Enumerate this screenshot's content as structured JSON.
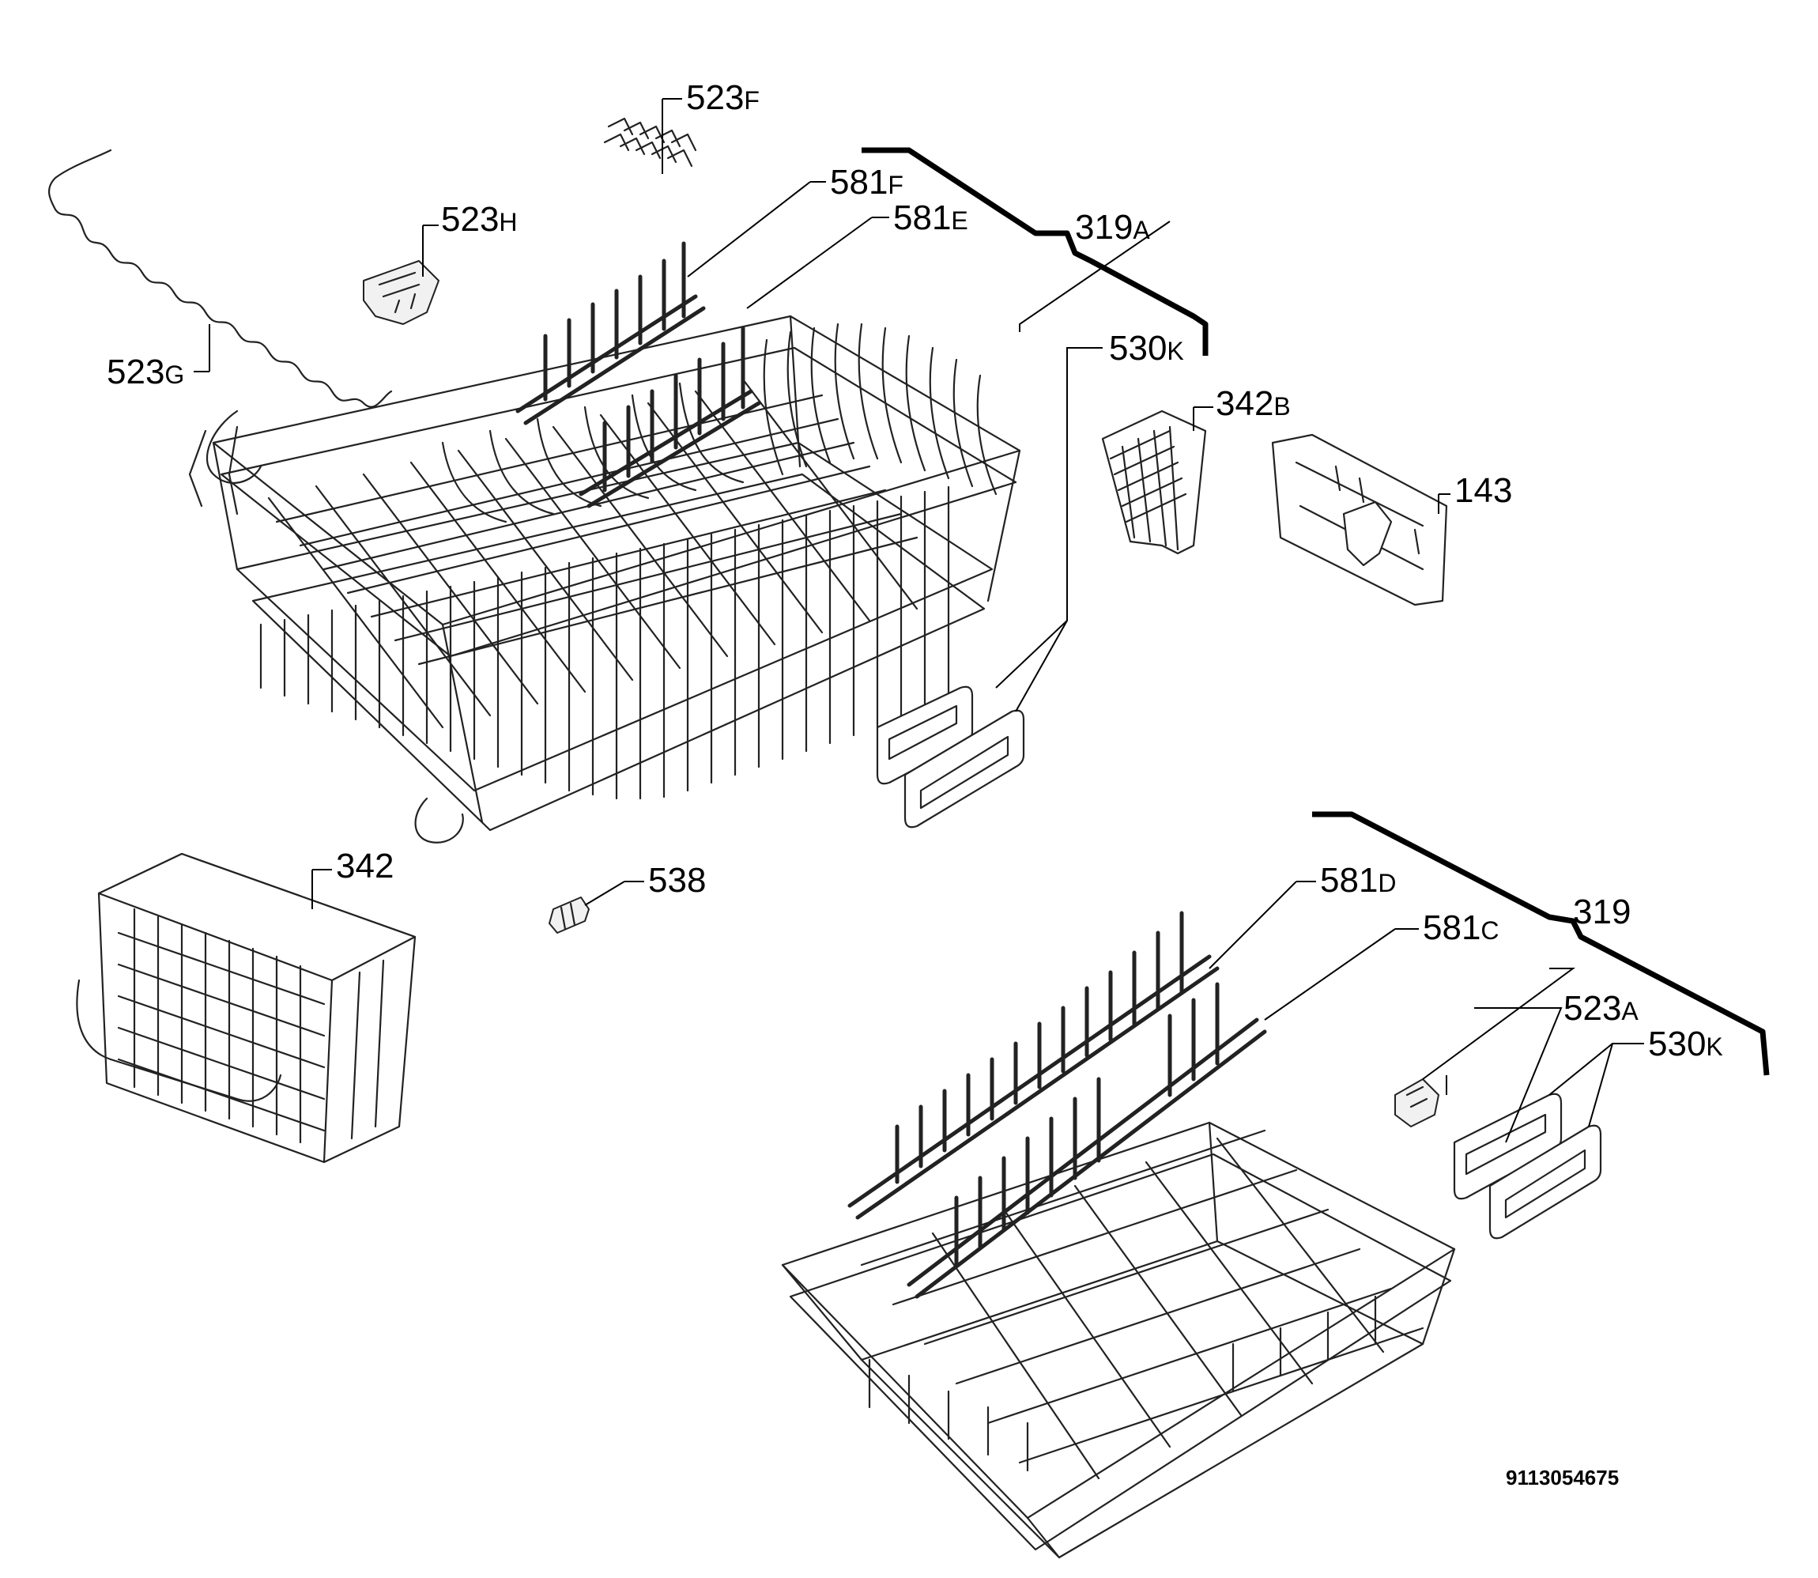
{
  "labels": {
    "p523f": {
      "num": "523",
      "suffix": "F"
    },
    "p581f": {
      "num": "581",
      "suffix": "F"
    },
    "p581e": {
      "num": "581",
      "suffix": "E"
    },
    "p319a": {
      "num": "319",
      "suffix": "A"
    },
    "p523h": {
      "num": "523",
      "suffix": "H"
    },
    "p523g": {
      "num": "523",
      "suffix": "G"
    },
    "p530k_upper": {
      "num": "530",
      "suffix": "K"
    },
    "p342b": {
      "num": "342",
      "suffix": "B"
    },
    "p143": {
      "num": "143",
      "suffix": ""
    },
    "p342": {
      "num": "342",
      "suffix": ""
    },
    "p538": {
      "num": "538",
      "suffix": ""
    },
    "p581d": {
      "num": "581",
      "suffix": "D"
    },
    "p581c": {
      "num": "581",
      "suffix": "C"
    },
    "p319": {
      "num": "319",
      "suffix": ""
    },
    "p523a": {
      "num": "523",
      "suffix": "A"
    },
    "p530k_lower": {
      "num": "530",
      "suffix": "K"
    }
  },
  "document_number": "9113054675"
}
